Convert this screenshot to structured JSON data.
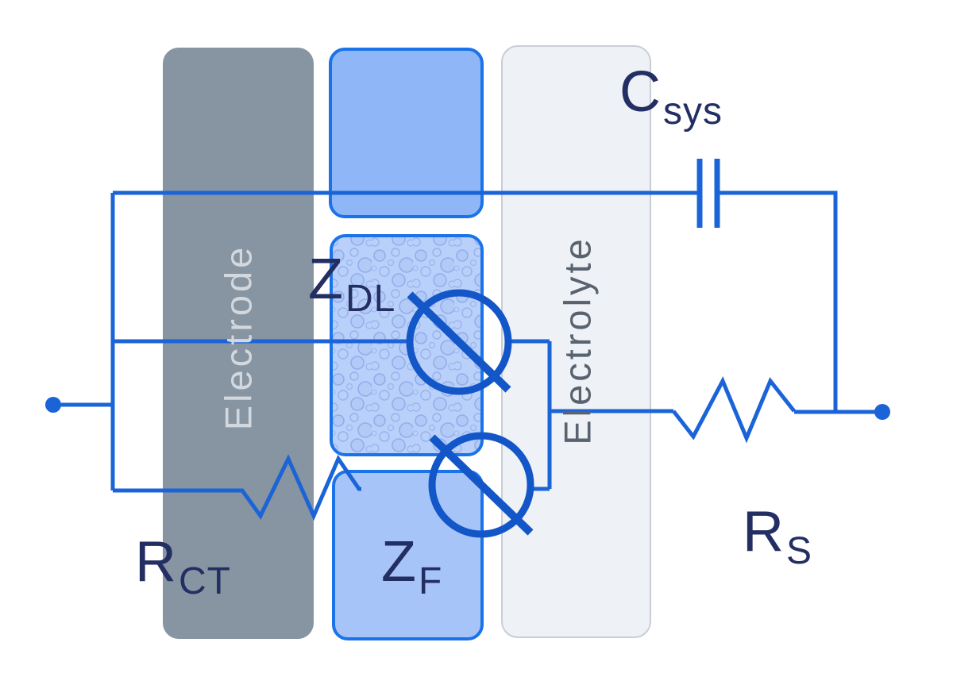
{
  "palette": {
    "wire_blue": "#1b64d8",
    "symbol_blue": "#1356c8",
    "box_border_blue": "#1a73e8",
    "top_box_fill": "#8fb7f7",
    "zdl_box_fill": "#b9d0fa",
    "zf_box_fill": "#a6c4f8",
    "electrode_fill": "#8794a1",
    "electrolyte_fill": "#eef1f5",
    "electrolyte_border": "#c9ced6",
    "label_navy": "#232e63",
    "electrode_label_color": "#d3d8df",
    "electrolyte_label_color": "#59626f",
    "background": "#ffffff"
  },
  "regions": {
    "electrode": {
      "label": "Electrode"
    },
    "electrolyte": {
      "label": "Electrolyte"
    }
  },
  "components": {
    "c_sys": {
      "symbol": "C",
      "subscript": "sys",
      "kind": "capacitor"
    },
    "z_dl": {
      "symbol": "Z",
      "subscript": "DL",
      "kind": "blocked impedance"
    },
    "z_f": {
      "symbol": "Z",
      "subscript": "F",
      "kind": "blocked impedance"
    },
    "r_ct": {
      "symbol": "R",
      "subscript": "CT",
      "kind": "resistor"
    },
    "r_s": {
      "symbol": "R",
      "subscript": "S",
      "kind": "resistor"
    }
  }
}
